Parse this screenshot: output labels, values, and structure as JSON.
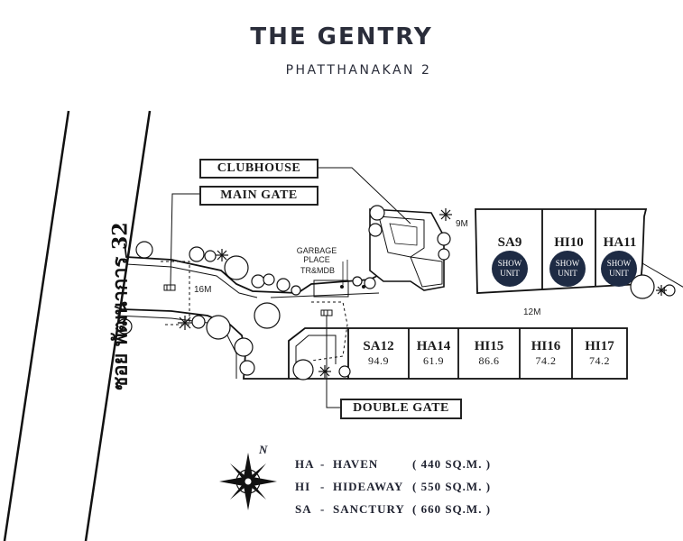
{
  "header": {
    "title": "THE GENTRY",
    "subtitle": "PHATTHANAKAN 2"
  },
  "road": {
    "name": "ซอย พัฒนาการ 32"
  },
  "callouts": {
    "clubhouse": "CLUBHOUSE",
    "main_gate": "MAIN GATE",
    "double_gate": "DOUBLE GATE",
    "garbage": "GARBAGE PLACE",
    "trmdb": "TR&MDB"
  },
  "distances": {
    "entrance_road": "16M",
    "clubhouse_gap": "9M",
    "main_road": "12M"
  },
  "units_top": [
    {
      "code": "SA9",
      "badge": "SHOW UNIT"
    },
    {
      "code": "HI10",
      "badge": "SHOW UNIT"
    },
    {
      "code": "HA11",
      "badge": "SHOW UNIT"
    }
  ],
  "units_bottom": [
    {
      "code": "SA12",
      "area": "94.9"
    },
    {
      "code": "HA14",
      "area": "61.9"
    },
    {
      "code": "HI15",
      "area": "86.6"
    },
    {
      "code": "HI16",
      "area": "74.2"
    },
    {
      "code": "HI17",
      "area": "74.2"
    }
  ],
  "compass": {
    "north_label": "N"
  },
  "legend": [
    {
      "code": "HA",
      "dash": "-",
      "name": "HAVEN",
      "size": "( 440 SQ.M. )"
    },
    {
      "code": "HI",
      "dash": "-",
      "name": "HIDEAWAY",
      "size": "( 550 SQ.M. )"
    },
    {
      "code": "SA",
      "dash": "-",
      "name": "SANCTURY",
      "size": "( 660 SQ.M. )"
    }
  ],
  "colors": {
    "ink": "#1f2230",
    "badge": "#1e2b44",
    "paper": "#ffffff"
  }
}
